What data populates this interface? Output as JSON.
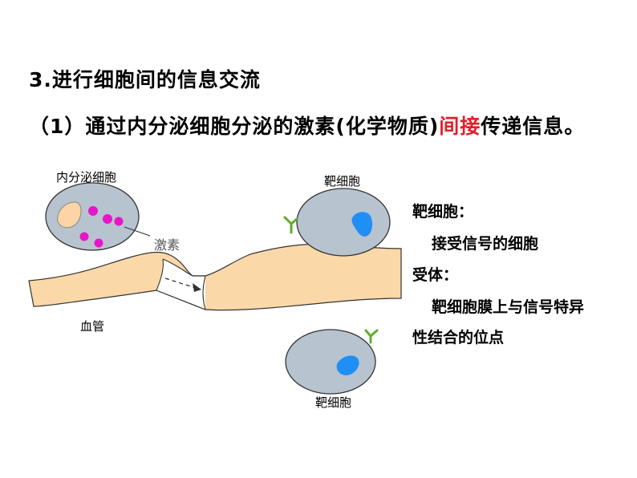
{
  "heading": "3.进行细胞间的信息交流",
  "subheading": {
    "pre": "（1）通过内分泌细胞分泌的激素(化学物质)",
    "highlight": "间接",
    "post": "传递信息。",
    "highlight_color": "#e0202a"
  },
  "diagram": {
    "endocrine_cell_label": "内分泌细胞",
    "hormone_label": "激素",
    "blood_vessel_label": "血管",
    "target_cell_top_label": "靶细胞",
    "target_cell_bottom_label": "靶细胞",
    "colors": {
      "cell_fill": "#b7c3cf",
      "vessel_fill": "#fbd8a8",
      "hormone_dot": "#e815c8",
      "nucleus_target": "#1f8ef5",
      "nucleus_endocrine": "#fcd5a6",
      "receptor": "#5fae26"
    }
  },
  "side_notes": {
    "target_cell_term": "靶细胞：",
    "target_cell_def": "接受信号的细胞",
    "receptor_term": "受体：",
    "receptor_def_line1": "靶细胞膜上与信号特异",
    "receptor_def_line2": "性结合的位点"
  }
}
